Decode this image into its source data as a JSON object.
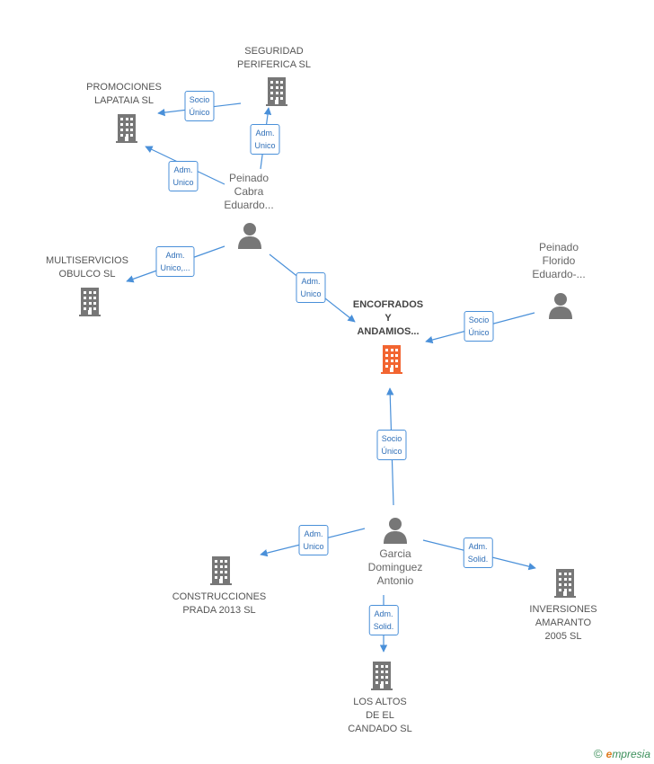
{
  "colors": {
    "edge": "#4a90d9",
    "company": "#777777",
    "main_company": "#f26531",
    "person": "#777777"
  },
  "nodes": [
    {
      "id": "encofrados",
      "kind": "company",
      "main": true,
      "lines": [
        "ENCOFRADOS",
        "Y",
        "ANDAMIOS..."
      ]
    },
    {
      "id": "seguridad",
      "kind": "company",
      "lines": [
        "SEGURIDAD",
        "PERIFERICA SL"
      ]
    },
    {
      "id": "promociones",
      "kind": "company",
      "lines": [
        "PROMOCIONES",
        "LAPATAIA SL"
      ]
    },
    {
      "id": "multiservicios",
      "kind": "company",
      "lines": [
        "MULTISERVICIOS",
        "OBULCO SL"
      ]
    },
    {
      "id": "construcciones",
      "kind": "company",
      "lines": [
        "CONSTRUCCIONES",
        "PRADA 2013 SL"
      ]
    },
    {
      "id": "altos",
      "kind": "company",
      "lines": [
        "LOS ALTOS",
        "DE EL",
        "CANDADO SL"
      ]
    },
    {
      "id": "inversiones",
      "kind": "company",
      "lines": [
        "INVERSIONES",
        "AMARANTO",
        "2005 SL"
      ]
    },
    {
      "id": "peinado_cabra",
      "kind": "person",
      "lines": [
        "Peinado",
        "Cabra",
        "Eduardo..."
      ]
    },
    {
      "id": "peinado_florido",
      "kind": "person",
      "lines": [
        "Peinado",
        "Florido",
        "Eduardo-..."
      ]
    },
    {
      "id": "garcia",
      "kind": "person",
      "lines": [
        "Garcia",
        "Dominguez",
        "Antonio"
      ]
    }
  ],
  "edges": [
    {
      "from": "peinado_cabra",
      "to": "seguridad",
      "lines": [
        "Adm.",
        "Unico"
      ]
    },
    {
      "from": "seguridad",
      "to": "promociones",
      "lines": [
        "Socio",
        "Único"
      ]
    },
    {
      "from": "peinado_cabra",
      "to": "promociones",
      "lines": [
        "Adm.",
        "Unico"
      ]
    },
    {
      "from": "peinado_cabra",
      "to": "multiservicios",
      "lines": [
        "Adm.",
        "Unico,..."
      ]
    },
    {
      "from": "peinado_cabra",
      "to": "encofrados",
      "lines": [
        "Adm.",
        "Unico"
      ]
    },
    {
      "from": "peinado_florido",
      "to": "encofrados",
      "lines": [
        "Socio",
        "Único"
      ]
    },
    {
      "from": "garcia",
      "to": "encofrados",
      "lines": [
        "Socio",
        "Único"
      ]
    },
    {
      "from": "garcia",
      "to": "construcciones",
      "lines": [
        "Adm.",
        "Unico"
      ]
    },
    {
      "from": "garcia",
      "to": "altos",
      "lines": [
        "Adm.",
        "Solid."
      ]
    },
    {
      "from": "garcia",
      "to": "inversiones",
      "lines": [
        "Adm.",
        "Solid."
      ]
    }
  ],
  "brand": {
    "copyright": "©",
    "initial": "e",
    "rest": "mpresia"
  }
}
